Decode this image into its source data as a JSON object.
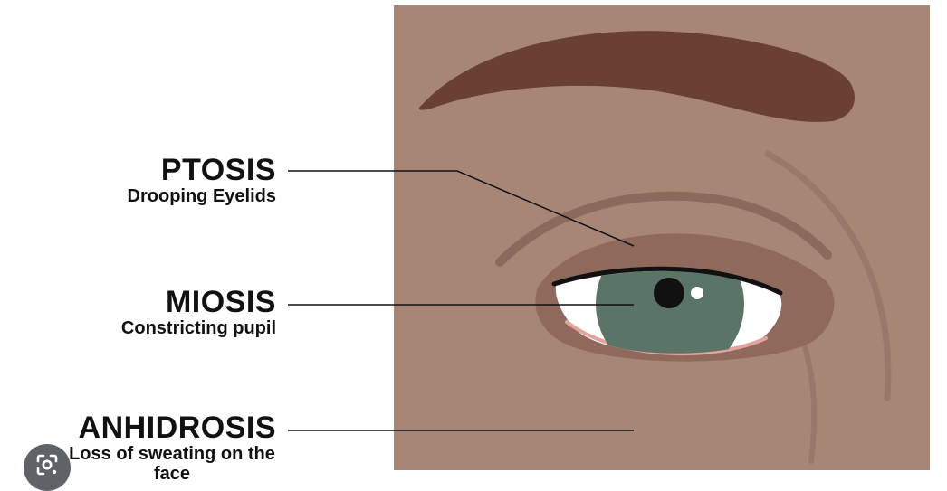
{
  "labels": [
    {
      "term": "PTOSIS",
      "description": "Drooping Eyelids"
    },
    {
      "term": "MIOSIS",
      "description": "Constricting pupil"
    },
    {
      "term": "ANHIDROSIS",
      "description": "Loss of sweating on the face"
    }
  ],
  "colors": {
    "skin": "#a78676",
    "brow": "#6a4033",
    "lid": "#8f6a5c",
    "crease": "#8a6a5c",
    "iris": "#5b7468",
    "pupil": "#111111",
    "lower_lid": "#e3a49d",
    "leader_line": "#111111"
  },
  "overlay": {
    "icon": "lens-icon"
  }
}
